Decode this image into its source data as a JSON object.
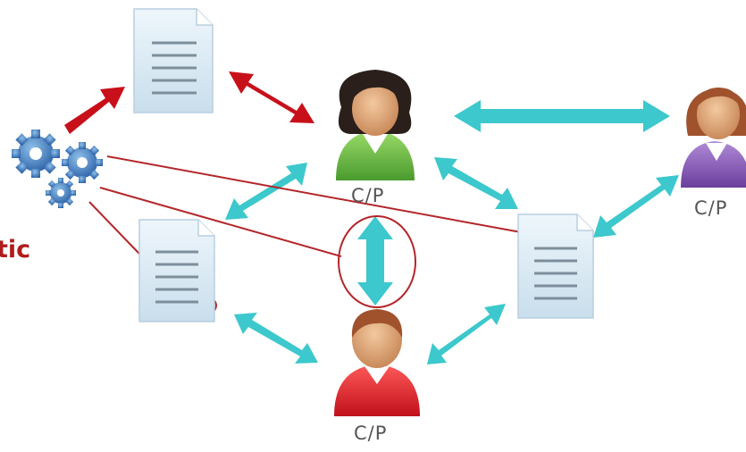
{
  "labels": {
    "node_left_partial": "tic",
    "cp_top": "C/P",
    "cp_right": "C/P",
    "cp_bottom": "C/P"
  },
  "colors": {
    "cyan_arrow": "#3cc8cc",
    "red_arrow": "#c8101a",
    "annotation_line": "#b3262a",
    "doc_fill": "#dbeaf4",
    "person_green": "#6cc04a",
    "person_purple": "#8a5fb8",
    "person_red": "#e0202a",
    "gear": "#3f7fc0"
  },
  "icons": [
    "gears-icon",
    "document-icon",
    "person-icon"
  ]
}
